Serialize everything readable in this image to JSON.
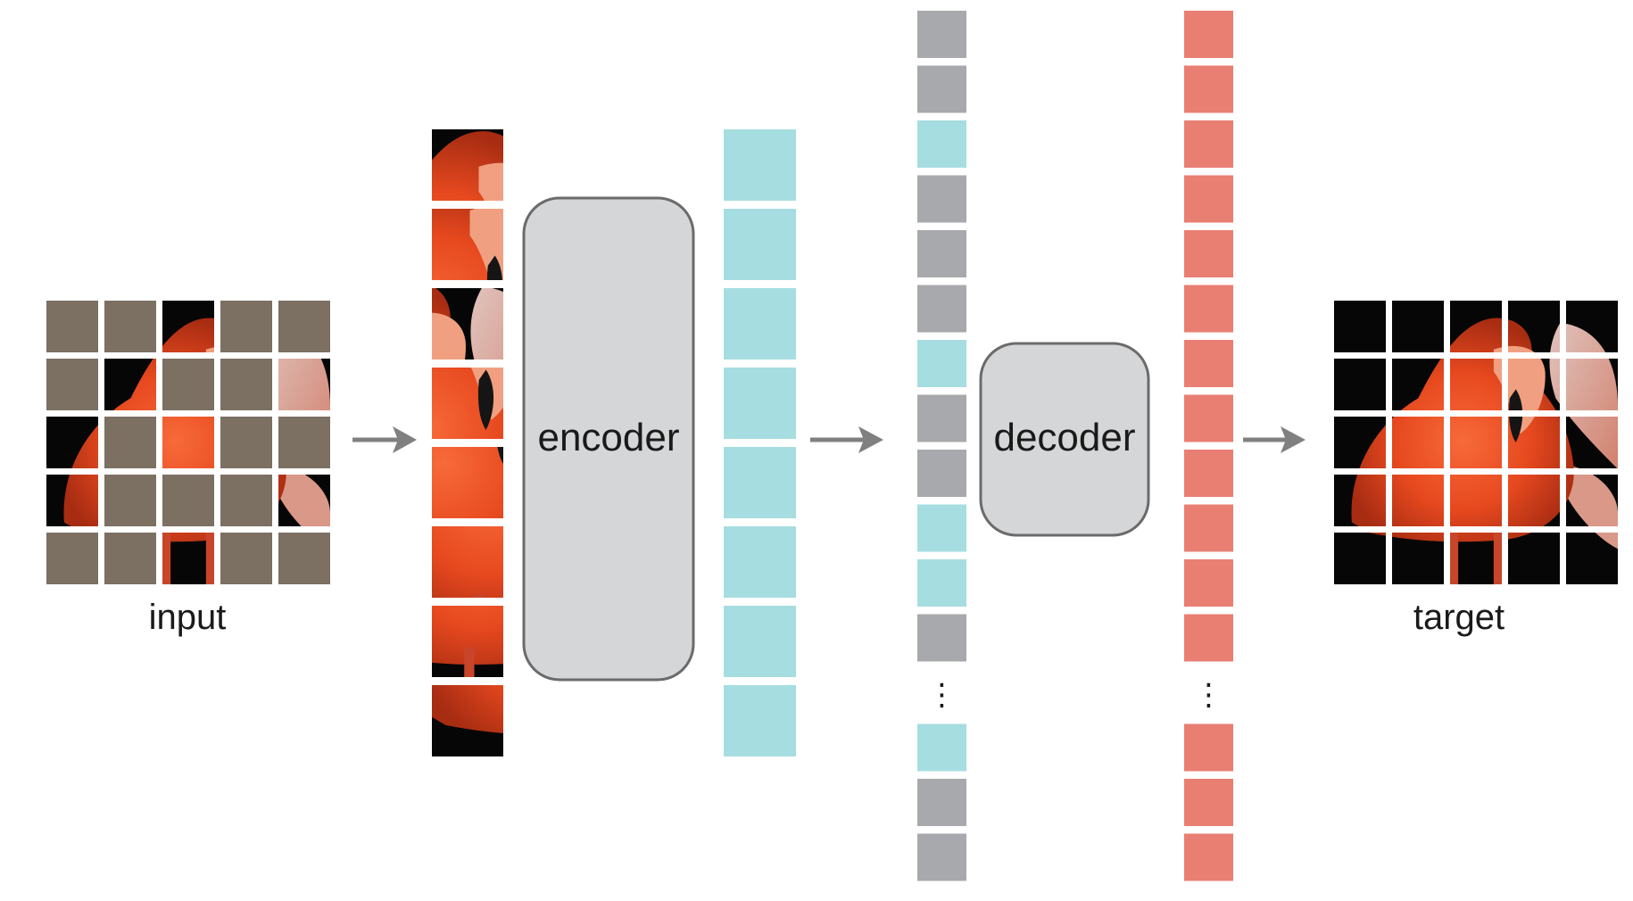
{
  "labels": {
    "input": "input",
    "encoder": "encoder",
    "decoder": "decoder",
    "target": "target",
    "ellipsis": "⋮"
  },
  "colors": {
    "mask": "#7b7062",
    "block_fill": "#d5d6d8",
    "block_stroke": "#6b6b6b",
    "encoded": "#a6dde0",
    "mask_token": "#a8a9ac",
    "prediction": "#e97e72",
    "arrow": "#808080"
  },
  "input_grid": {
    "rows": 5,
    "cols": 5,
    "masked": [
      [
        true,
        true,
        false,
        true,
        true
      ],
      [
        true,
        false,
        true,
        true,
        false
      ],
      [
        false,
        true,
        false,
        true,
        true
      ],
      [
        false,
        true,
        true,
        true,
        false
      ],
      [
        true,
        true,
        false,
        true,
        true
      ]
    ]
  },
  "visible_patch_count": 8,
  "encoded_token_count": 8,
  "decoder_input_tokens": [
    "mask",
    "mask",
    "encoded",
    "mask",
    "mask",
    "mask",
    "encoded",
    "mask",
    "mask",
    "encoded",
    "encoded",
    "mask",
    "ellipsis",
    "encoded",
    "mask",
    "mask"
  ],
  "decoder_output_tokens": [
    "pred",
    "pred",
    "pred",
    "pred",
    "pred",
    "pred",
    "pred",
    "pred",
    "pred",
    "pred",
    "pred",
    "pred",
    "ellipsis",
    "pred",
    "pred",
    "pred"
  ],
  "icons": [
    "arrow-right-icon",
    "arrow-right-icon",
    "arrow-right-icon"
  ]
}
